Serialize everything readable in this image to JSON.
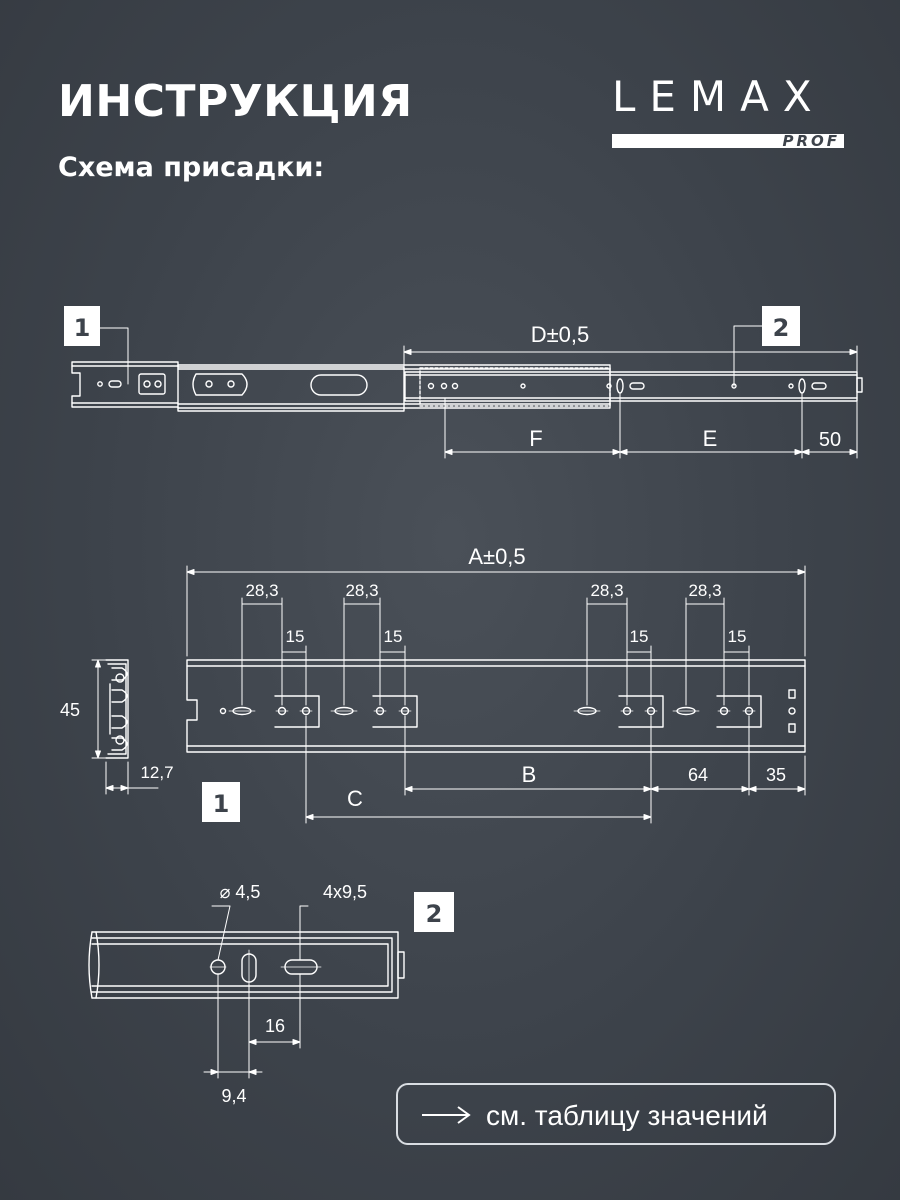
{
  "header": {
    "title": "ИНСТРУКЦИЯ",
    "subtitle": "Схема присадки:"
  },
  "logo": {
    "word": "LEMAX",
    "sub": "PROF"
  },
  "badges": {
    "one": "1",
    "two": "2"
  },
  "top_view": {
    "dim_d": "D±0,5",
    "dim_f": "F",
    "dim_e": "E",
    "dim_50": "50"
  },
  "side_view": {
    "dim_a": "A±0,5",
    "dim_28_3": "28,3",
    "dim_15": "15",
    "dim_b": "B",
    "dim_c": "C",
    "dim_64": "64",
    "dim_35": "35",
    "dim_45": "45",
    "dim_12_7": "12,7"
  },
  "detail_view": {
    "dim_hole": "⌀ 4,5",
    "dim_slot": "4x9,5",
    "dim_16": "16",
    "dim_9_4": "9,4"
  },
  "note": {
    "text": "см. таблицу значений"
  },
  "colors": {
    "background": "#3d434b",
    "line": "#ffffff"
  }
}
